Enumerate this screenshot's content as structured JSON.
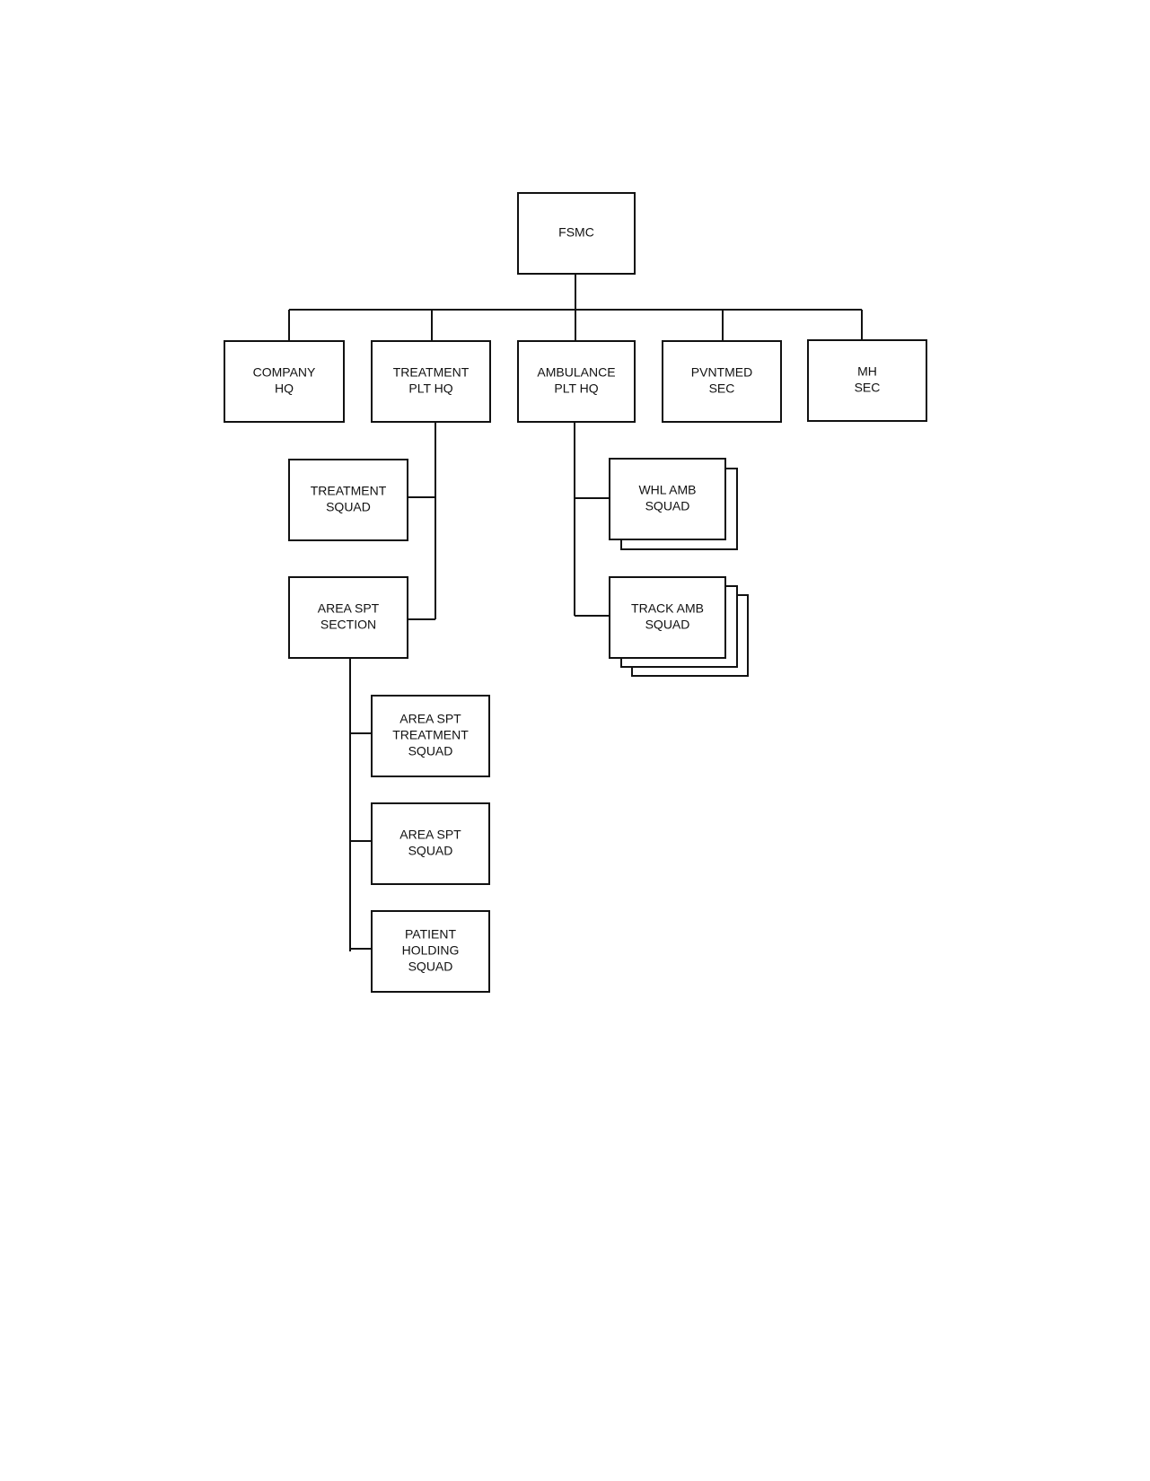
{
  "org_chart": {
    "root": {
      "lines": [
        "FSMC"
      ]
    },
    "units": {
      "company_hq": {
        "lines": [
          "COMPANY",
          "HQ"
        ]
      },
      "treatment_plt_hq": {
        "lines": [
          "TREATMENT",
          "PLT HQ"
        ]
      },
      "ambulance_plt_hq": {
        "lines": [
          "AMBULANCE",
          "PLT HQ"
        ]
      },
      "pvntmed_sec": {
        "lines": [
          "PVNTMED",
          "SEC"
        ]
      },
      "mh_sec": {
        "lines": [
          "MH",
          "SEC"
        ]
      },
      "treatment_squad": {
        "lines": [
          "TREATMENT",
          "SQUAD"
        ]
      },
      "area_spt_section": {
        "lines": [
          "AREA SPT",
          "SECTION"
        ]
      },
      "whl_amb_squad": {
        "lines": [
          "WHL AMB",
          "SQUAD"
        ]
      },
      "track_amb_squad": {
        "lines": [
          "TRACK AMB",
          "SQUAD"
        ]
      },
      "area_spt_treatment_squad": {
        "lines": [
          "AREA SPT",
          "TREATMENT",
          "SQUAD"
        ]
      },
      "area_spt_squad": {
        "lines": [
          "AREA SPT",
          "SQUAD"
        ]
      },
      "patient_holding_squad": {
        "lines": [
          "PATIENT",
          "HOLDING",
          "SQUAD"
        ]
      }
    }
  }
}
